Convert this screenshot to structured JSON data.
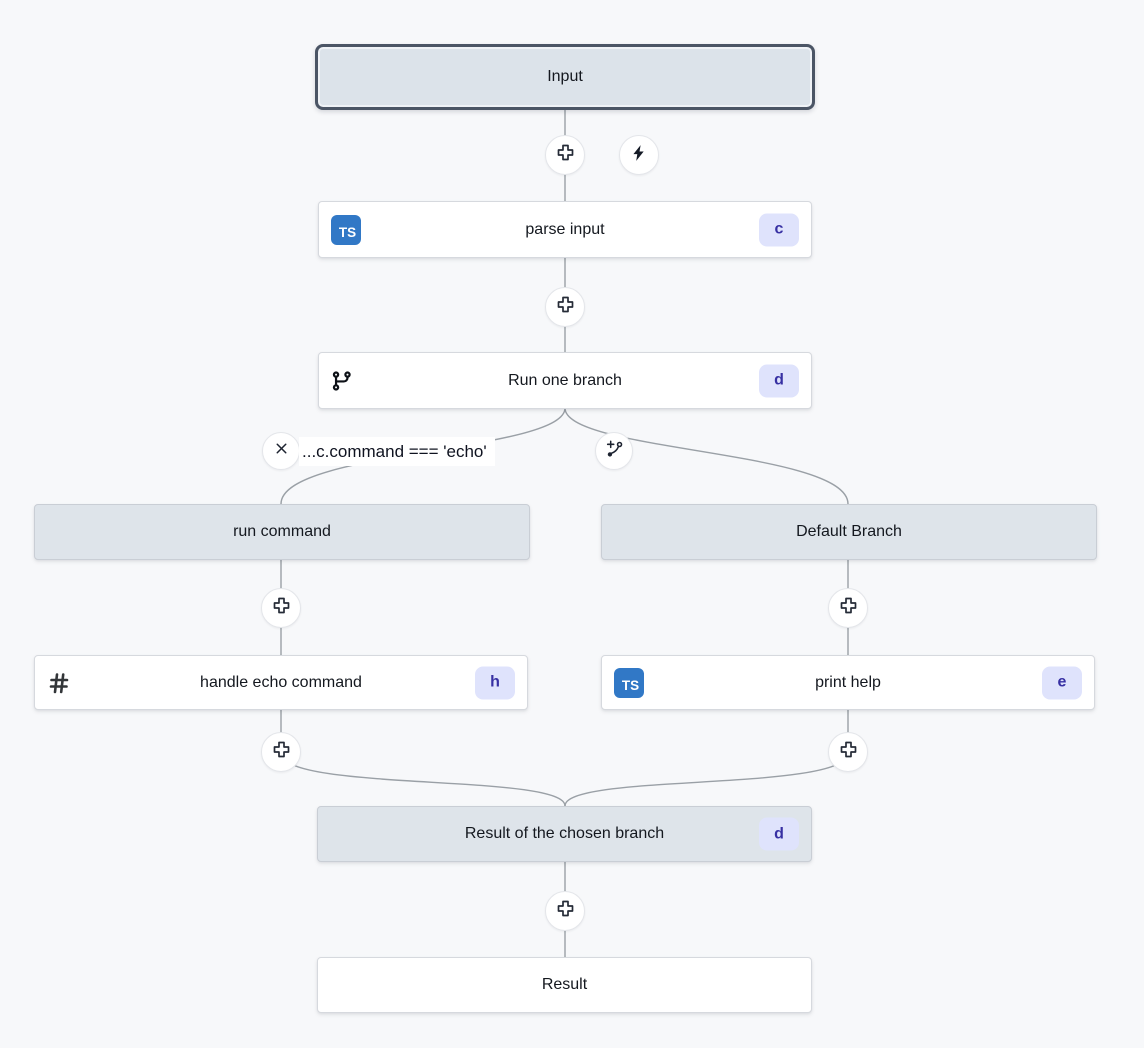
{
  "app": {
    "view": "flow editor canvas"
  },
  "colors": {
    "canvas_bg": "#f7f8fa",
    "edge": "#9aa0a6",
    "selected_border": "#4b5565",
    "branch_header_bg": "#dee4ea",
    "node_bg": "#ffffff",
    "badge_bg": "#dfe3fc",
    "badge_text": "#3730a3",
    "typescript_blue": "#3178c6"
  },
  "icons": {
    "plus": "plus-icon",
    "lightning": "lightning-bolt-icon",
    "typescript": "typescript-icon",
    "git_branch": "git-branch-icon",
    "close": "x-icon",
    "add_branch": "add-branch-icon",
    "hash": "hash-icon"
  },
  "nodes": {
    "input": {
      "label": "Input"
    },
    "parse_input": {
      "label": "parse input",
      "badge": "c",
      "language": "TS"
    },
    "run_one_branch": {
      "label": "Run one branch",
      "badge": "d"
    },
    "branch_one": {
      "condition": "...c.command === 'echo'",
      "header": "run command"
    },
    "default_branch": {
      "header": "Default Branch"
    },
    "handle_echo_command": {
      "label": "handle echo command",
      "badge": "h"
    },
    "print_help": {
      "label": "print help",
      "badge": "e",
      "language": "TS"
    },
    "result_of_chosen_branch": {
      "label": "Result of the chosen branch",
      "badge": "d"
    },
    "result": {
      "label": "Result"
    }
  }
}
